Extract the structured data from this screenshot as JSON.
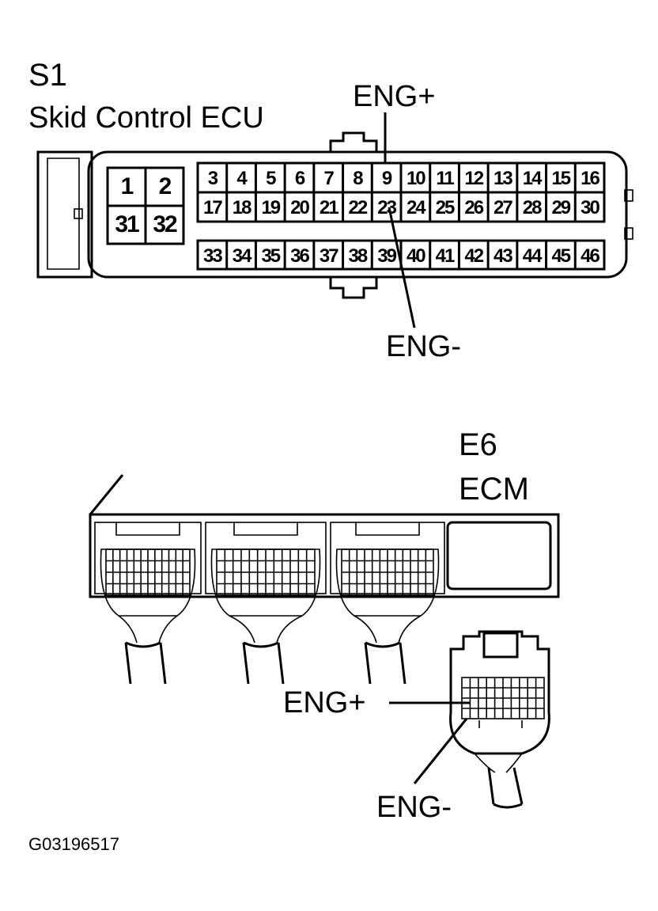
{
  "s1": {
    "code": "S1",
    "name": "Skid Control ECU",
    "power_pins": [
      "1",
      "2",
      "31",
      "32"
    ],
    "row1": [
      "3",
      "4",
      "5",
      "6",
      "7",
      "8",
      "9",
      "10",
      "11",
      "12",
      "13",
      "14",
      "15",
      "16"
    ],
    "row2": [
      "17",
      "18",
      "19",
      "20",
      "21",
      "22",
      "23",
      "24",
      "25",
      "26",
      "27",
      "28",
      "29",
      "30"
    ],
    "row3": [
      "33",
      "34",
      "35",
      "36",
      "37",
      "38",
      "39",
      "40",
      "41",
      "42",
      "43",
      "44",
      "45",
      "46"
    ],
    "eng_plus_label": "ENG+",
    "eng_minus_label": "ENG-"
  },
  "e6": {
    "code": "E6",
    "name": "ECM",
    "eng_plus_label": "ENG+",
    "eng_minus_label": "ENG-"
  },
  "figure_id": "G03196517"
}
